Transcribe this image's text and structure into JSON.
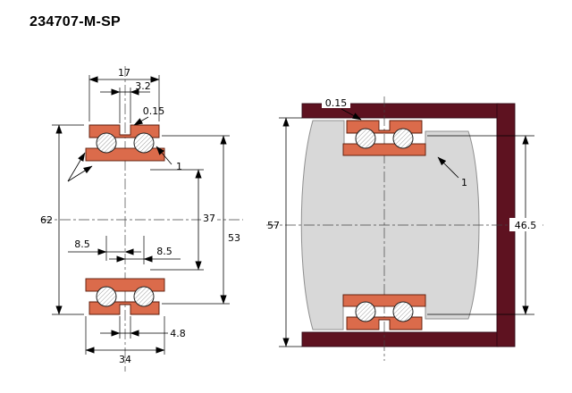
{
  "title": "234707-M-SP",
  "colors": {
    "ring": "#DB6B4B",
    "housing": "#5E1220",
    "shaft": "#D8D8D8",
    "line": "#000000"
  },
  "left_view": {
    "dim_row_width": "17",
    "dim_slot_top": "3.2",
    "dim_chamfer": "0.15",
    "part_label": "1",
    "dim_outer": "62",
    "dim_inner": "37",
    "dim_seat": "53",
    "dim_offset_left": "8.5",
    "dim_offset_right": "8.5",
    "dim_slot_bottom": "4.8",
    "dim_total_width": "34"
  },
  "right_view": {
    "dim_clearance": "0.15",
    "part_label": "1",
    "dim_housing_height": "57",
    "dim_seat_height": "46.5"
  }
}
